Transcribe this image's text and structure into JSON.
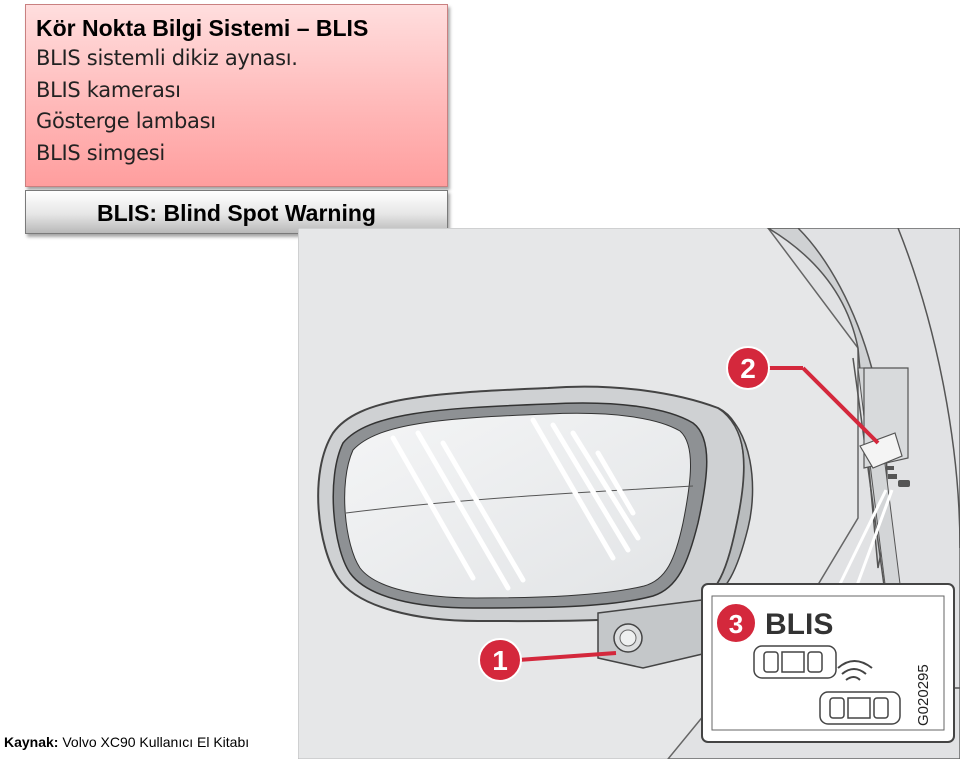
{
  "info_box": {
    "title": "Kör Nokta Bilgi Sistemi – BLIS",
    "lines": [
      "BLIS sistemli dikiz aynası.",
      "BLIS kamerası",
      "Gösterge lambası",
      "BLIS simgesi"
    ]
  },
  "subtitle": "BLIS: Blind Spot Warning",
  "figure": {
    "callouts": [
      "1",
      "2",
      "3"
    ],
    "display_label": "BLIS",
    "figure_code": "G020295",
    "colors": {
      "callout_red": "#d4283c",
      "background_gray": "#e6e7e8"
    }
  },
  "source": {
    "label": "Kaynak:",
    "text": " Volvo XC90 Kullanıcı El Kitabı"
  }
}
